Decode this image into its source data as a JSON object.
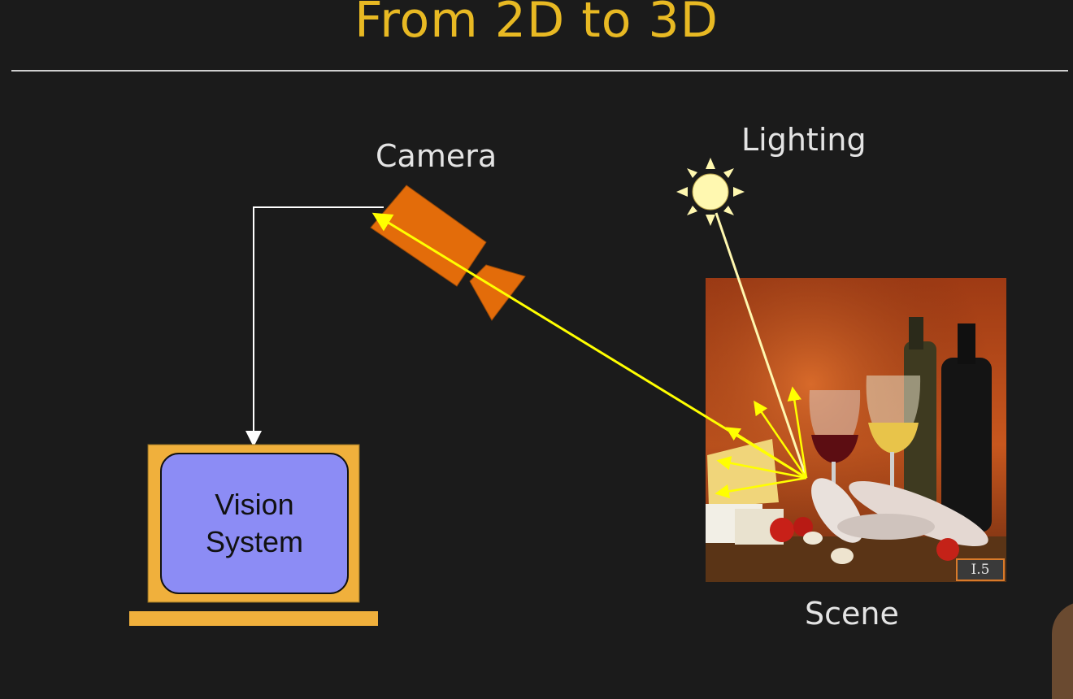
{
  "slide": {
    "title": "From 2D to 3D"
  },
  "labels": {
    "camera": "Camera",
    "lighting": "Lighting",
    "scene": "Scene"
  },
  "vision_system": {
    "line1": "Vision",
    "line2": "System"
  },
  "scene_badge": "I.5",
  "colors": {
    "title": "#e8b923",
    "camera": "#e36c0a",
    "light_ray": "#ffff00",
    "sun": "#fff8b0",
    "monitor_frame": "#f0b03c",
    "screen": "#8c8cf5",
    "background": "#1b1b1b"
  },
  "icons": [
    "sun-icon",
    "camera-icon",
    "computer-icon"
  ]
}
